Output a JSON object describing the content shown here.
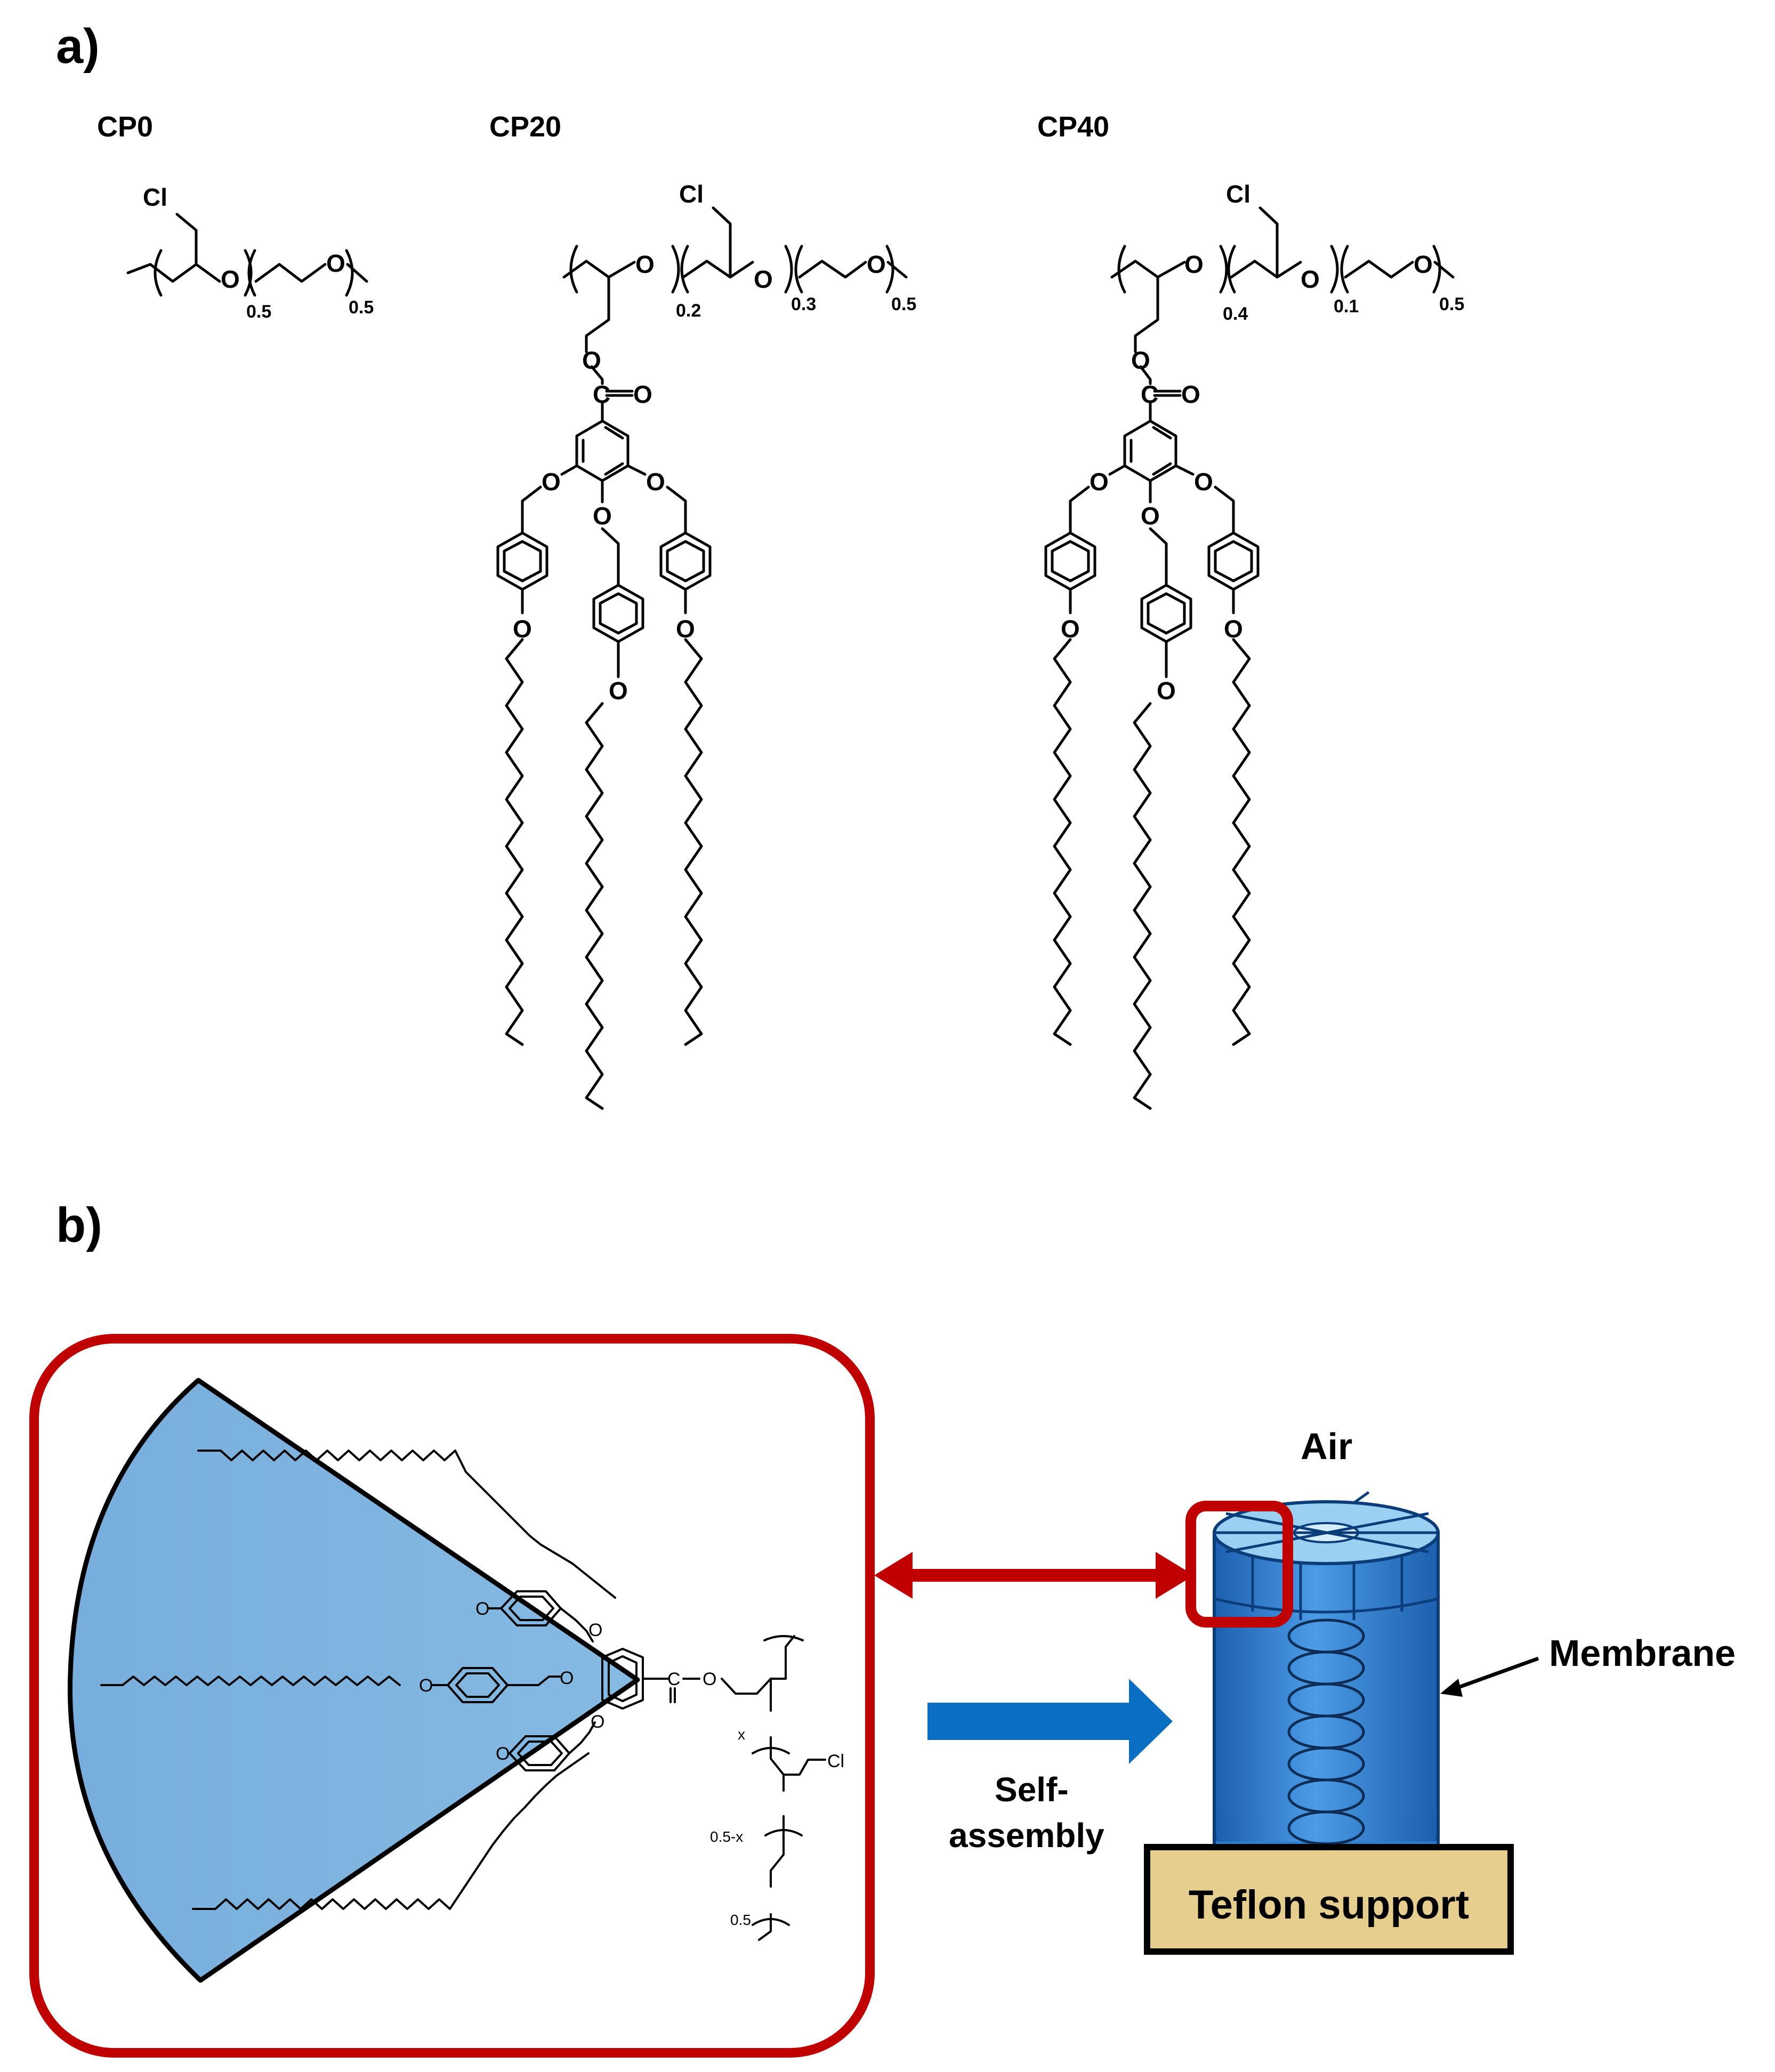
{
  "panel_a": {
    "label": "a)",
    "compounds": [
      {
        "name": "CP0",
        "chlorine": "Cl",
        "oxygens": [
          "O",
          "O"
        ],
        "subscripts": [
          "0.5",
          "0.5"
        ]
      },
      {
        "name": "CP20",
        "chlorine": "Cl",
        "oxygens": [
          "O",
          "O",
          "O"
        ],
        "subscripts": [
          "0.2",
          "0.3",
          "0.5"
        ],
        "ester": {
          "carbon": "C",
          "carbonyl_oxygen": "O",
          "ester_oxygen": "O"
        },
        "aryl_oxygens": [
          "O",
          "O",
          "O"
        ],
        "phenoxy_oxygens": [
          "O",
          "O",
          "O"
        ]
      },
      {
        "name": "CP40",
        "chlorine": "Cl",
        "oxygens": [
          "O",
          "O",
          "O"
        ],
        "subscripts": [
          "0.4",
          "0.1",
          "0.5"
        ],
        "ester": {
          "carbon": "C",
          "carbonyl_oxygen": "O",
          "ester_oxygen": "O"
        },
        "aryl_oxygens": [
          "O",
          "O",
          "O"
        ],
        "phenoxy_oxygens": [
          "O",
          "O",
          "O"
        ]
      }
    ]
  },
  "panel_b": {
    "label": "b)",
    "inset": {
      "oxygens": [
        "O",
        "O",
        "O",
        "O",
        "O",
        "O",
        "O"
      ],
      "ester_carbon": "C",
      "chlorine": "Cl",
      "subscripts": [
        "x",
        "0.5-x",
        "0.5"
      ]
    },
    "arrow_label": [
      "Self-",
      "assembly"
    ],
    "air_label": "Air",
    "membrane_label": "Membrane",
    "support_label": "Teflon support"
  },
  "colors": {
    "frame_red": "#C00000",
    "cone_fill": "#7FB3DD",
    "arrow_blue": "#0A6FC2",
    "cylinder_blue": "#2F7FCF",
    "support_fill": "#E6CE8E"
  }
}
